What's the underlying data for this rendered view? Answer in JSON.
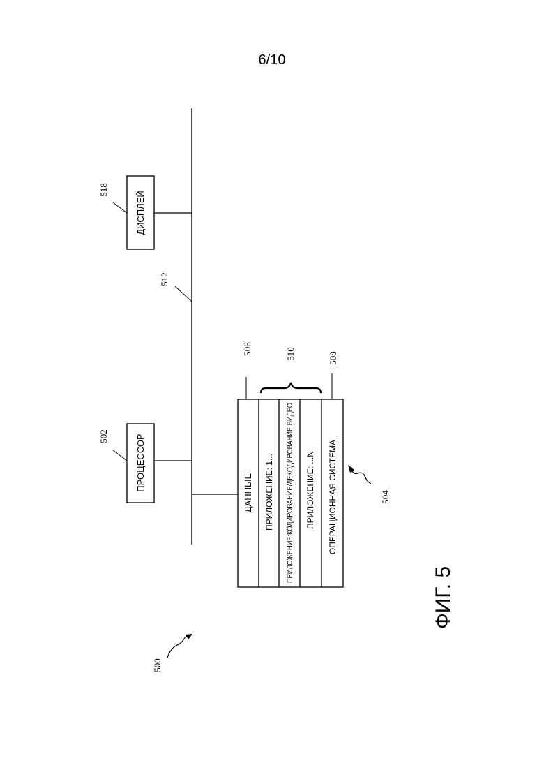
{
  "page_number": "6/10",
  "figure_label": "ФИГ. 5",
  "nodes": {
    "processor": {
      "label": "ПРОЦЕССОР",
      "ref": "502"
    },
    "display": {
      "label": "ДИСПЛЕЙ",
      "ref": "518"
    },
    "bus": {
      "ref": "512"
    },
    "system": {
      "ref": "500"
    },
    "memory": {
      "ref": "504",
      "data_ref": "506",
      "apps_ref": "510",
      "os_ref": "508",
      "rows": [
        "ДАННЫЕ",
        "ПРИЛОЖЕНИЕ: 1...",
        "ПРИЛОЖЕНИЕ:КОДИРОВАНИЕ/ДЕКОДИРОВАНИЕ ВИДЕО",
        "ПРИЛОЖЕНИЕ: ...N",
        "ОПЕРАЦИОННАЯ СИСТЕМА"
      ]
    }
  }
}
